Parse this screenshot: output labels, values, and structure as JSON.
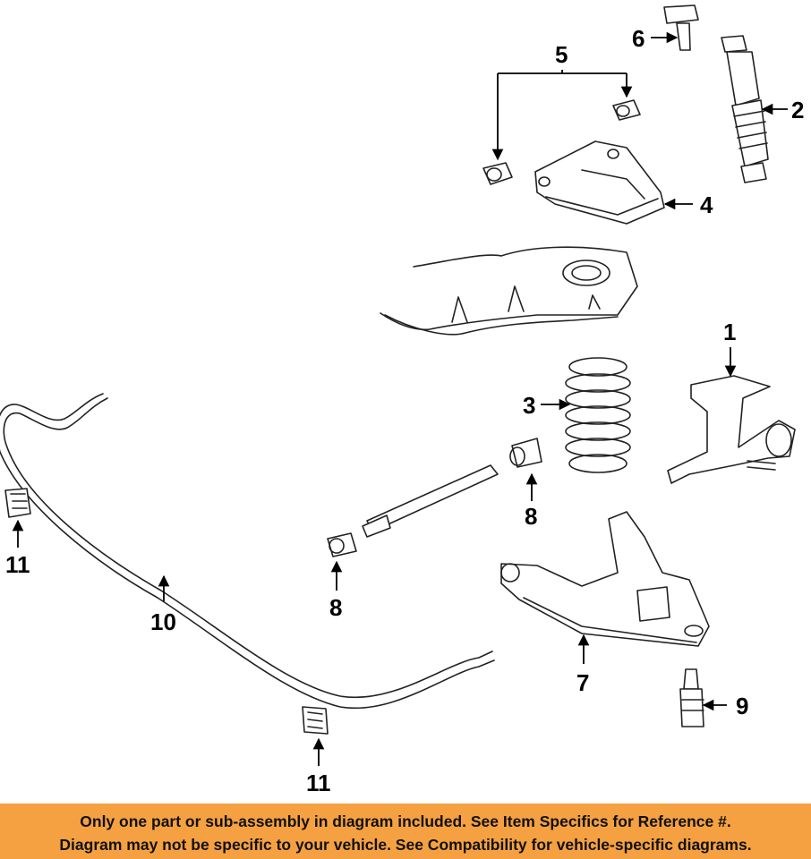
{
  "callouts": {
    "c1": "1",
    "c2": "2",
    "c3": "3",
    "c4": "4",
    "c5": "5",
    "c6": "6",
    "c7": "7",
    "c8a": "8",
    "c8b": "8",
    "c9": "9",
    "c10": "10",
    "c11a": "11",
    "c11b": "11"
  },
  "notice": {
    "line1": "Only one part or sub-assembly in diagram included. See Item Specifics for Reference #.",
    "line2": "Diagram may not be specific to your vehicle. See Compatibility for vehicle-specific diagrams."
  },
  "colors": {
    "notice_bg": "#f5a142",
    "line": "#222222"
  }
}
